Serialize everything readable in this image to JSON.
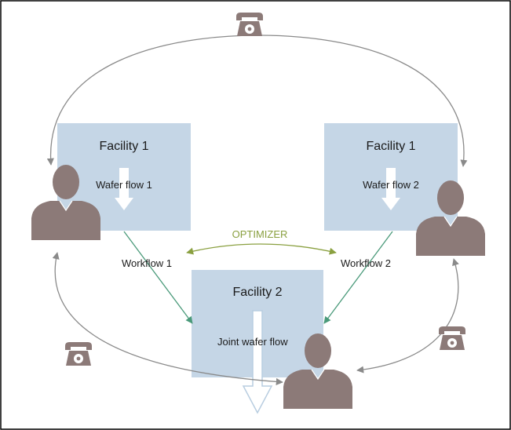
{
  "facilities": {
    "left": {
      "title": "Facility 1",
      "flow": "Wafer flow 1"
    },
    "right": {
      "title": "Facility 1",
      "flow": "Wafer flow 2"
    },
    "bottom": {
      "title": "Facility 2",
      "flow": "Joint wafer flow"
    }
  },
  "workflows": {
    "left": "Workflow 1",
    "right": "Workflow 2"
  },
  "optimizer": {
    "label": "OPTIMIZER"
  },
  "colors": {
    "box": "#c5d6e6",
    "person": "#8c7a78",
    "arc": "#8a8a8a",
    "workflow_arrow": "#4a9a7a",
    "optimizer": "#8aa040",
    "flow_arrow": "#ffffff",
    "border": "#000000"
  },
  "icons": [
    "person-icon",
    "telephone-icon",
    "down-arrow-icon"
  ]
}
